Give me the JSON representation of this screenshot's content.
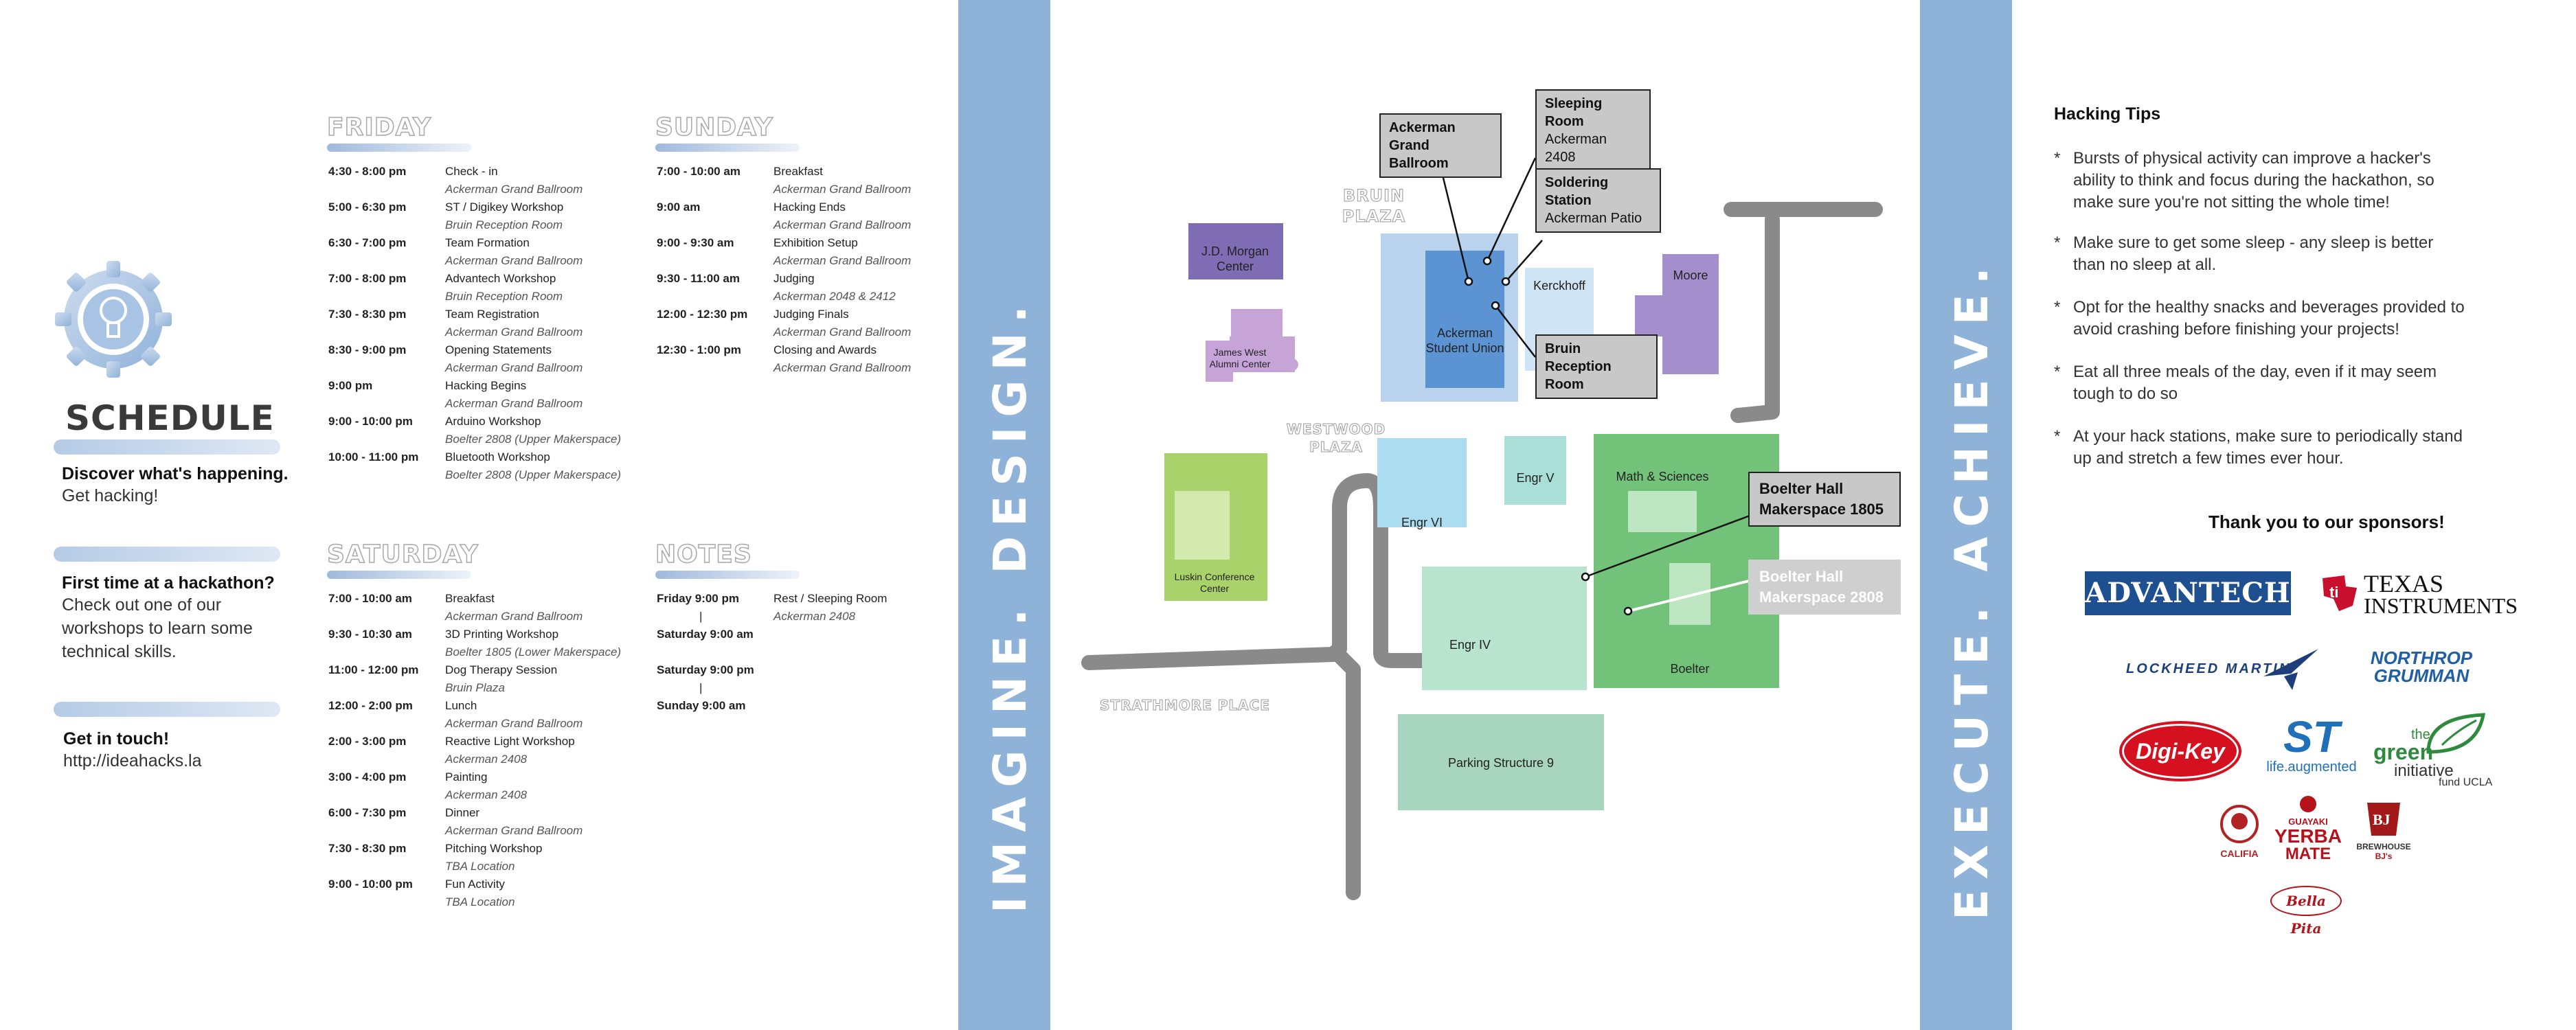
{
  "left": {
    "title": "SCHEDULE",
    "blocks": [
      {
        "heading": "Discover what's happening.",
        "text": "Get hacking!"
      },
      {
        "heading": "First time at a hackathon?",
        "text": "Check out one of our workshops to learn some technical skills."
      },
      {
        "heading": "Get in touch!",
        "text": "http://ideahacks.la"
      }
    ]
  },
  "days": {
    "friday": {
      "title": "FRIDAY",
      "events": [
        {
          "time": "4:30 - 8:00 pm",
          "name": "Check - in",
          "loc": "Ackerman Grand Ballroom"
        },
        {
          "time": "5:00 - 6:30 pm",
          "name": "ST / Digikey Workshop",
          "loc": "Bruin Reception Room"
        },
        {
          "time": "6:30 - 7:00 pm",
          "name": "Team Formation",
          "loc": "Ackerman Grand Ballroom"
        },
        {
          "time": "7:00 - 8:00 pm",
          "name": "Advantech Workshop",
          "loc": "Bruin Reception Room"
        },
        {
          "time": "7:30 - 8:30 pm",
          "name": "Team Registration",
          "loc": "Ackerman Grand Ballroom"
        },
        {
          "time": "8:30 - 9:00 pm",
          "name": "Opening Statements",
          "loc": "Ackerman Grand Ballroom"
        },
        {
          "time": "9:00 pm",
          "name": "Hacking Begins",
          "loc": "Ackerman Grand Ballroom"
        },
        {
          "time": "9:00 - 10:00 pm",
          "name": "Arduino Workshop",
          "loc": "Boelter 2808 (Upper Makerspace)"
        },
        {
          "time": "10:00 - 11:00 pm",
          "name": "Bluetooth Workshop",
          "loc": "Boelter 2808 (Upper Makerspace)"
        }
      ]
    },
    "sunday": {
      "title": "SUNDAY",
      "events": [
        {
          "time": "7:00 - 10:00 am",
          "name": "Breakfast",
          "loc": "Ackerman Grand Ballroom"
        },
        {
          "time": "9:00 am",
          "name": "Hacking Ends",
          "loc": "Ackerman Grand Ballroom"
        },
        {
          "time": "9:00 - 9:30 am",
          "name": "Exhibition Setup",
          "loc": "Ackerman Grand Ballroom"
        },
        {
          "time": "9:30 - 11:00 am",
          "name": "Judging",
          "loc": "Ackerman 2048 & 2412"
        },
        {
          "time": "12:00 - 12:30 pm",
          "name": "Judging Finals",
          "loc": "Ackerman Grand Ballroom"
        },
        {
          "time": "12:30 - 1:00 pm",
          "name": "Closing and Awards",
          "loc": "Ackerman Grand Ballroom"
        }
      ]
    },
    "saturday": {
      "title": "SATURDAY",
      "events": [
        {
          "time": "7:00 - 10:00 am",
          "name": "Breakfast",
          "loc": "Ackerman Grand Ballroom"
        },
        {
          "time": "9:30 - 10:30 am",
          "name": "3D Printing Workshop",
          "loc": "Boelter 1805 (Lower Makerspace)"
        },
        {
          "time": "11:00 - 12:00 pm",
          "name": "Dog Therapy Session",
          "loc": "Bruin Plaza"
        },
        {
          "time": "12:00 - 2:00 pm",
          "name": "Lunch",
          "loc": "Ackerman Grand Ballroom"
        },
        {
          "time": "2:00 - 3:00 pm",
          "name": "Reactive Light Workshop",
          "loc": "Ackerman 2408"
        },
        {
          "time": "3:00 - 4:00 pm",
          "name": "Painting",
          "loc": "Ackerman 2408"
        },
        {
          "time": "6:00 - 7:30 pm",
          "name": "Dinner",
          "loc": "Ackerman Grand Ballroom"
        },
        {
          "time": "7:30 - 8:30 pm",
          "name": "Pitching Workshop",
          "loc": "TBA Location"
        },
        {
          "time": "9:00 - 10:00 pm",
          "name": "Fun Activity",
          "loc": "TBA Location"
        }
      ]
    },
    "notes": {
      "title": "NOTES",
      "from1": "Friday 9:00 pm",
      "sep1": "|",
      "to1": "Saturday 9:00 am",
      "from2": "Saturday 9:00 pm",
      "sep2": "|",
      "to2": "Sunday 9:00 am",
      "name": "Rest / Sleeping Room",
      "loc": "Ackerman 2408"
    }
  },
  "strips": {
    "left": "IMAGINE.   DESIGN.",
    "right": "EXECUTE.   ACHIEVE."
  },
  "map": {
    "buildings": {
      "jdmorgan": "J.D. Morgan Center",
      "jameswest": "James West Alumni Center",
      "ackerman": "Ackerman Student Union",
      "kerckhoff": "Kerckhoff",
      "moore": "Moore",
      "engr5": "Engr V",
      "engr6": "Engr VI",
      "mathsci": "Math & Sciences",
      "luskin": "Luskin Conference Center",
      "engr4": "Engr IV",
      "boelter": "Boelter",
      "parking": "Parking Structure 9"
    },
    "places": {
      "bruin_plaza": "BRUIN PLAZA",
      "westwood_plaza": "WESTWOOD PLAZA",
      "strathmore": "STRATHMORE PLACE"
    },
    "callouts": {
      "grand_ballroom": "Ackerman Grand Ballroom",
      "sleeping_title": "Sleeping Room",
      "sleeping_loc": "Ackerman 2408",
      "soldering_title": "Soldering Station",
      "soldering_loc": "Ackerman Patio",
      "bruin_reception": "Bruin Reception Room",
      "boelter1805": "Boelter Hall Makerspace 1805",
      "boelter2808": "Boelter Hall Makerspace 2808"
    }
  },
  "tips": {
    "title": "Hacking Tips",
    "bullet": "*",
    "items": [
      "Bursts of physical activity can improve a hacker's ability to think and focus during the hackathon, so make sure you're not sitting the whole time!",
      "Make sure to get some sleep - any sleep is better than no sleep at all.",
      "Opt for the healthy snacks and beverages provided to avoid crashing before finishing your projects!",
      "Eat all three meals of the day, even if it may seem tough to do so",
      "At your hack stations, make sure to periodically stand up and stretch a few times ever hour."
    ]
  },
  "sponsors": {
    "title": "Thank you to our sponsors!",
    "advantech": "ADVANTECH",
    "ti_line1": "TEXAS",
    "ti_line2": "INSTRUMENTS",
    "lockheed": "LOCKHEED MARTIN",
    "northrop1": "NORTHROP",
    "northrop2": "GRUMMAN",
    "digikey": "Digi-Key",
    "st": "ST",
    "st_tag": "life.augmented",
    "green1": "the",
    "green2": "green",
    "green3": "initiative",
    "green4": "fund UCLA",
    "califia": "CALIFIA",
    "guayaki1": "GUAYAKI",
    "guayaki2": "YERBA",
    "guayaki3": "MATE",
    "bjs1": "BJ's",
    "bjs2": "BREWHOUSE",
    "bellapita": "Bella Pita"
  },
  "colors": {
    "strip": "#8fb2d9",
    "advantech": "#1d4f91",
    "ti_red": "#c8102e",
    "northrop": "#1f5fa8"
  }
}
